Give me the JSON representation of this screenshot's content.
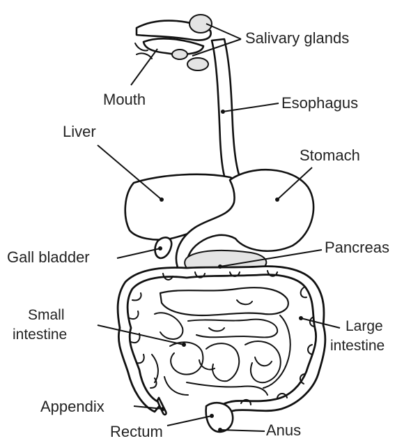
{
  "labels": {
    "salivary_glands": "Salivary glands",
    "mouth": "Mouth",
    "esophagus": "Esophagus",
    "liver": "Liver",
    "stomach": "Stomach",
    "gall_bladder": "Gall bladder",
    "pancreas": "Pancreas",
    "small_intestine_line1": "Small",
    "small_intestine_line2": "intestine",
    "large_intestine_line1": "Large",
    "large_intestine_line2": "intestine",
    "appendix": "Appendix",
    "rectum": "Rectum",
    "anus": "Anus"
  }
}
